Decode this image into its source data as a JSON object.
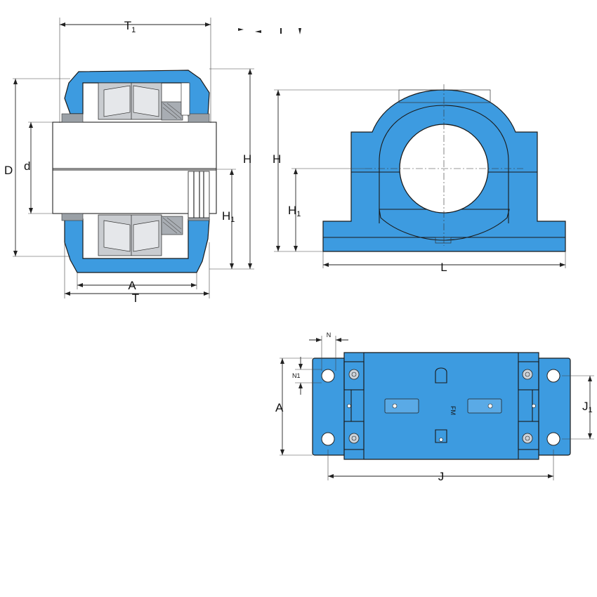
{
  "labels": {
    "t1": "T",
    "t1_sub": "1",
    "d_outer": "D",
    "d_inner": "d",
    "h_side": "H",
    "h_front": "H",
    "h1_side": "H",
    "h1_side_sub": "1",
    "h1_front": "H",
    "h1_front_sub": "1",
    "a_side": "A",
    "t_side": "T",
    "l_front": "L",
    "n_top": "N",
    "n1_top": "N1",
    "a_top": "A",
    "j_top": "J",
    "j1_top": "J",
    "j1_top_sub": "1",
    "plate_mark": "FM"
  },
  "colors": {
    "housing_blue": "#3d9be0",
    "outline": "#1a1a1a",
    "bearing_metal": "#c9ccd0",
    "background": "#ffffff"
  }
}
